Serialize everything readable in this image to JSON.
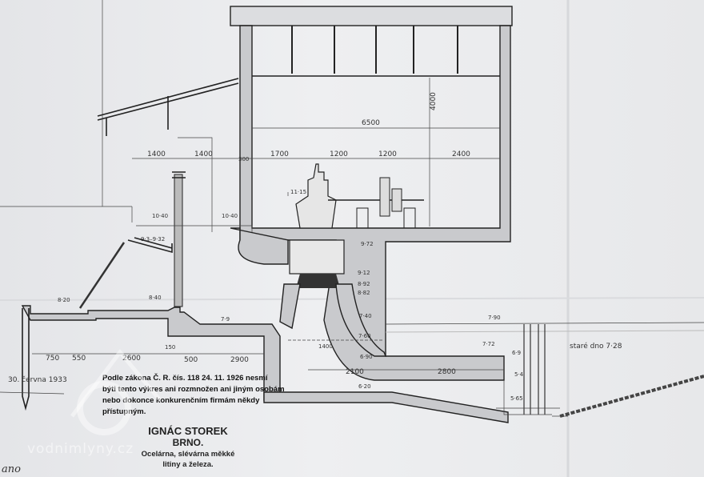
{
  "drawing": {
    "dimensions": {
      "hall_width": "6500",
      "hall_height": "4000",
      "left_a": "1400",
      "left_b": "1400",
      "wall": "300",
      "d1700": "1700",
      "d1200a": "1200",
      "d1200b": "1200",
      "d2400": "2400",
      "shaft_level": "11·15",
      "floor_left": "10·40",
      "floor_right": "10·40",
      "channel_level": "9·3–9·32",
      "level_972": "9·72",
      "level_912": "9·12",
      "level_892": "8·92",
      "level_882": "8·82",
      "level_820": "8·20",
      "level_840": "8·40",
      "level_79": "7·9",
      "level_740": "7·40",
      "level_760": "7·60",
      "radius": "1400",
      "level_690": "6·90",
      "d2100": "2100",
      "d2800": "2800",
      "level_620": "6·20",
      "tail_790": "7·90",
      "tail_772": "7·72",
      "tail_69": "6·9",
      "tail_54": "5·4",
      "tail_565": "5·65",
      "old_bottom": "staré dno 7·28",
      "b750": "750",
      "b550": "550",
      "b2600": "2600",
      "b150": "150",
      "b500": "500",
      "b2900": "2900"
    },
    "date": "30. června 1933",
    "legal_note": [
      "Podle zákona Č. R. čís. 118 24. 11. 1926 nesmí",
      "býti tento výkres ani rozmnožen ani jiným osobám",
      "nebo dokonce konkurenčním firmám někdy",
      "přístupným."
    ],
    "company": {
      "name": "IGNÁC STOREK",
      "city": "BRNO.",
      "line1": "Ocelárna, slévárna měkké",
      "line2": "litiny a železa."
    },
    "handwriting": "ano",
    "watermark": "vodnimlyny.cz"
  }
}
